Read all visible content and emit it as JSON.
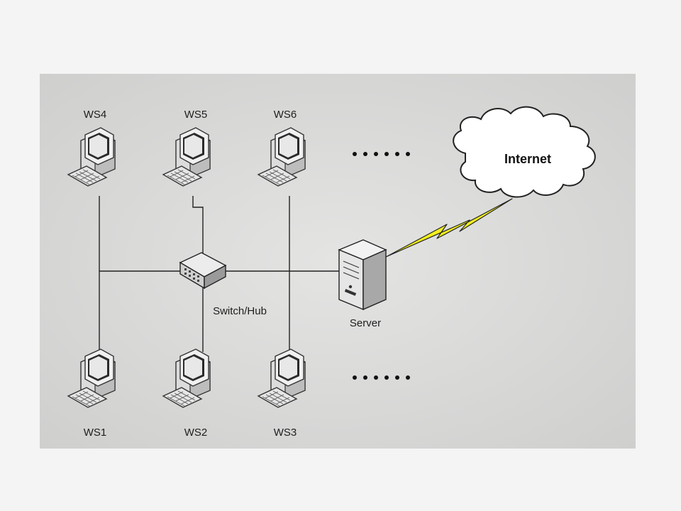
{
  "diagram": {
    "labels": {
      "ws4": "WS4",
      "ws5": "WS5",
      "ws6": "WS6",
      "ws1": "WS1",
      "ws2": "WS2",
      "ws3": "WS3",
      "switch": "Switch/Hub",
      "server": "Server",
      "internet": "Internet"
    },
    "colors": {
      "panel": "#dcdcdb",
      "line": "#222222",
      "lightning": "#f2ef1e",
      "cloud": "#ffffff"
    },
    "icons": {
      "workstation": "workstation-icon",
      "switch": "switch-hub-icon",
      "server": "server-icon",
      "cloud": "cloud-icon",
      "link": "lightning-link-icon",
      "continuation": "ellipsis-dots-icon"
    }
  }
}
